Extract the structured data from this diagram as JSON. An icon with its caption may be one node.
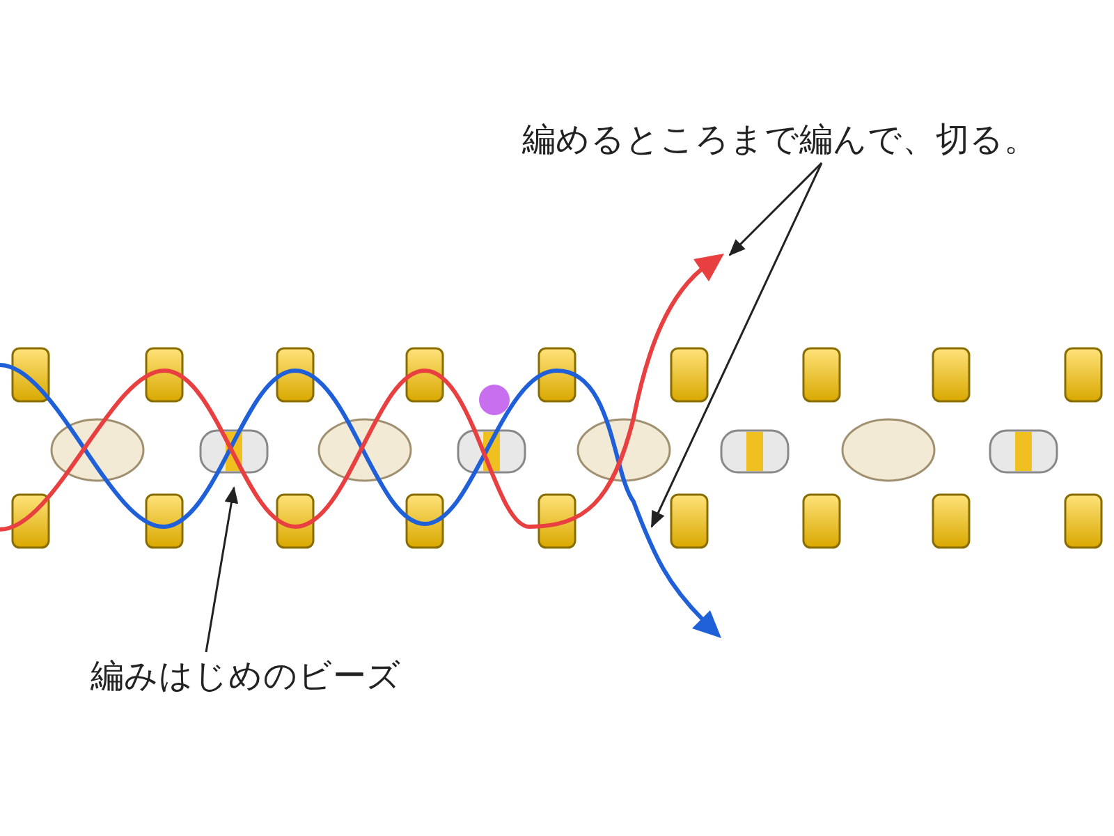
{
  "diagram": {
    "nodes": [
      {
        "text": [
          "編めるところまで編んで、切る。"
        ]
      },
      {
        "text": [
          "編みはじめのビーズ"
        ]
      }
    ],
    "edges": [
      {
        "from": 0,
        "to": null,
        "arrow": "to"
      },
      {
        "from": 0,
        "to": null,
        "arrow": "to"
      },
      {
        "from": 1,
        "to": null,
        "arrow": "to"
      }
    ]
  }
}
